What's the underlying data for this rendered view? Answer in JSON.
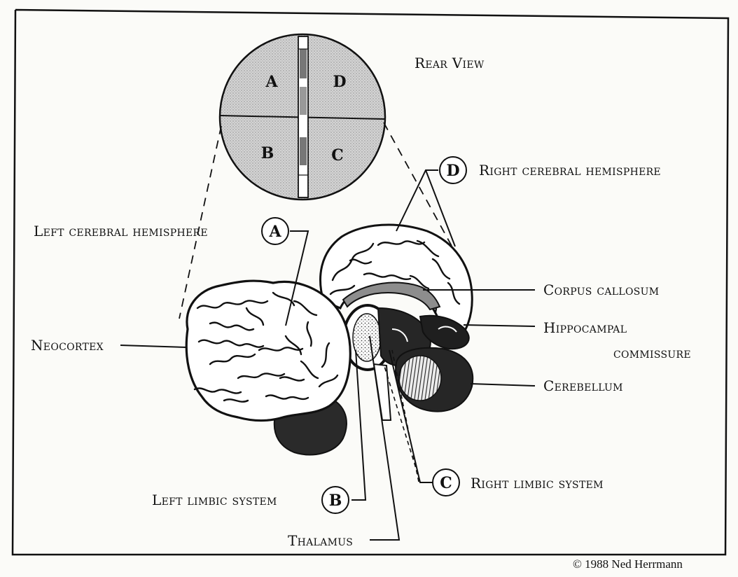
{
  "view_title": "Rear View",
  "quadrants": {
    "a": "A",
    "b": "B",
    "c": "C",
    "d": "D"
  },
  "labels": {
    "right_cerebral": "Right cerebral hemisphere",
    "left_cerebral": "Left cerebral hemisphere",
    "corpus_callosum": "Corpus callosum",
    "hippocampal_1": "Hippocampal",
    "hippocampal_2": "commissure",
    "neocortex": "Neocortex",
    "cerebellum": "Cerebellum",
    "right_limbic": "Right limbic system",
    "left_limbic": "Left limbic system",
    "thalamus": "Thalamus"
  },
  "copyright": "© 1988 Ned Herrmann",
  "colors": {
    "ink": "#111111",
    "fill_gray": "#cfcfcf",
    "dark": "#262626"
  }
}
